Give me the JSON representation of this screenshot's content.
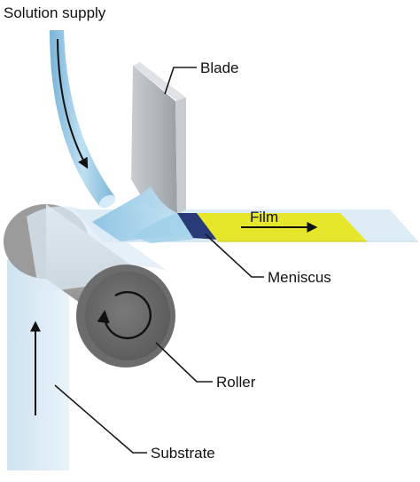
{
  "labels": {
    "solution_supply": "Solution supply",
    "blade": "Blade",
    "film": "Film",
    "meniscus": "Meniscus",
    "roller": "Roller",
    "substrate": "Substrate"
  },
  "colors": {
    "solution": "#a9d4ea",
    "substrate": "#dcebf5",
    "film": "#e6e62a",
    "meniscus_edge": "#283a78",
    "roller": "#8a8a8a",
    "blade": "#b9bfc3"
  },
  "icons": {
    "film_direction": "arrow-right",
    "substrate_direction": "arrow-up",
    "roller_rotation": "clockwise-arrow",
    "supply_flow": "arrow-down"
  }
}
